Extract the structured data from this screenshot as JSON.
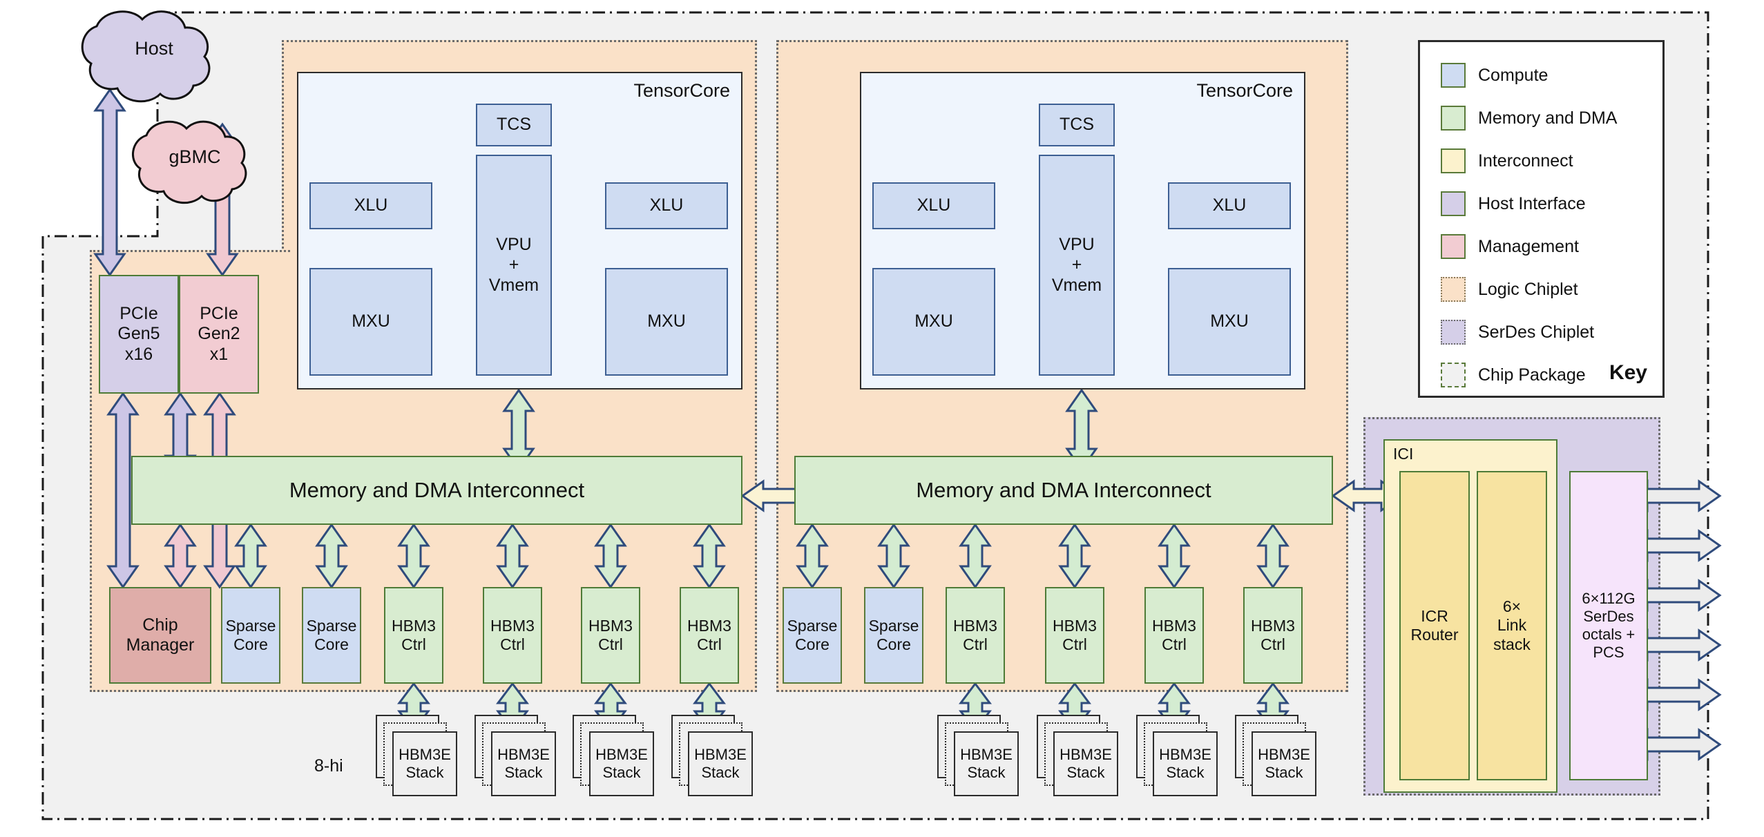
{
  "diagram": {
    "title": "TPU chiplet architecture block diagram",
    "external_nodes": [
      {
        "name": "host",
        "label": "Host",
        "color": "#d5cfe8"
      },
      {
        "name": "gbmc",
        "label": "gBMC",
        "color": "#f2ccd2"
      }
    ],
    "labels": {
      "hbm_height": "8-hi",
      "ici": "ICI",
      "tensorcore": "TensorCore"
    },
    "tensorcores": [
      {
        "title": "TensorCore",
        "tcs": "TCS",
        "vpu": "VPU\n+\nVmem",
        "vpu_lines": [
          "VPU",
          "+",
          "Vmem"
        ],
        "xlu_left": "XLU",
        "xlu_right": "XLU",
        "mxu_left": "MXU",
        "mxu_right": "MXU"
      },
      {
        "title": "TensorCore",
        "tcs": "TCS",
        "vpu": "VPU\n+\nVmem",
        "vpu_lines": [
          "VPU",
          "+",
          "Vmem"
        ],
        "xlu_left": "XLU",
        "xlu_right": "XLU",
        "mxu_left": "MXU",
        "mxu_right": "MXU"
      }
    ],
    "interconnects": [
      {
        "label": "Memory and DMA Interconnect"
      },
      {
        "label": "Memory and DMA Interconnect"
      }
    ],
    "host_interface": {
      "pcie_gen5": {
        "lines": [
          "PCIe",
          "Gen5",
          "x16"
        ]
      },
      "pcie_gen2": {
        "lines": [
          "PCIe",
          "Gen2",
          "x1"
        ]
      }
    },
    "chip_manager": {
      "lines": [
        "Chip",
        "Manager"
      ]
    },
    "left_bottom_blocks": [
      {
        "lines": [
          "Sparse",
          "Core"
        ],
        "kind": "compute"
      },
      {
        "lines": [
          "Sparse",
          "Core"
        ],
        "kind": "compute"
      },
      {
        "lines": [
          "HBM3",
          "Ctrl"
        ],
        "kind": "memory"
      },
      {
        "lines": [
          "HBM3",
          "Ctrl"
        ],
        "kind": "memory"
      },
      {
        "lines": [
          "HBM3",
          "Ctrl"
        ],
        "kind": "memory"
      },
      {
        "lines": [
          "HBM3",
          "Ctrl"
        ],
        "kind": "memory"
      }
    ],
    "right_bottom_blocks": [
      {
        "lines": [
          "Sparse",
          "Core"
        ],
        "kind": "compute"
      },
      {
        "lines": [
          "Sparse",
          "Core"
        ],
        "kind": "compute"
      },
      {
        "lines": [
          "HBM3",
          "Ctrl"
        ],
        "kind": "memory"
      },
      {
        "lines": [
          "HBM3",
          "Ctrl"
        ],
        "kind": "memory"
      },
      {
        "lines": [
          "HBM3",
          "Ctrl"
        ],
        "kind": "memory"
      },
      {
        "lines": [
          "HBM3",
          "Ctrl"
        ],
        "kind": "memory"
      }
    ],
    "hbm_stacks": [
      {
        "lines": [
          "HBM3E",
          "Stack"
        ]
      },
      {
        "lines": [
          "HBM3E",
          "Stack"
        ]
      },
      {
        "lines": [
          "HBM3E",
          "Stack"
        ]
      },
      {
        "lines": [
          "HBM3E",
          "Stack"
        ]
      },
      {
        "lines": [
          "HBM3E",
          "Stack"
        ]
      },
      {
        "lines": [
          "HBM3E",
          "Stack"
        ]
      },
      {
        "lines": [
          "HBM3E",
          "Stack"
        ]
      },
      {
        "lines": [
          "HBM3E",
          "Stack"
        ]
      }
    ],
    "serdes_chiplet": {
      "ici_label": "ICI",
      "icr_router": {
        "lines": [
          "ICR",
          "Router"
        ]
      },
      "link_stack": {
        "lines": [
          "6×",
          "Link",
          "stack"
        ]
      },
      "serdes": {
        "lines": [
          "6×112G",
          "SerDes",
          "octals +",
          "PCS"
        ]
      },
      "external_link_count": 6
    },
    "key": {
      "title": "Key",
      "items": [
        {
          "label": "Compute",
          "color": "#cfdcf2",
          "style": "solid"
        },
        {
          "label": "Memory and DMA",
          "color": "#d8ecd0",
          "style": "solid"
        },
        {
          "label": "Interconnect",
          "color": "#fcf2cd",
          "style": "solid"
        },
        {
          "label": "Host Interface",
          "color": "#d5cfe8",
          "style": "solid"
        },
        {
          "label": "Management",
          "color": "#f2ccd2",
          "style": "solid"
        },
        {
          "label": "Logic Chiplet",
          "color": "#fae1c8",
          "style": "dotted"
        },
        {
          "label": "SerDes Chiplet",
          "color": "#d5cfe8",
          "style": "dotted"
        },
        {
          "label": "Chip Package",
          "color": "#f1f1f1",
          "style": "dashed"
        }
      ]
    }
  }
}
